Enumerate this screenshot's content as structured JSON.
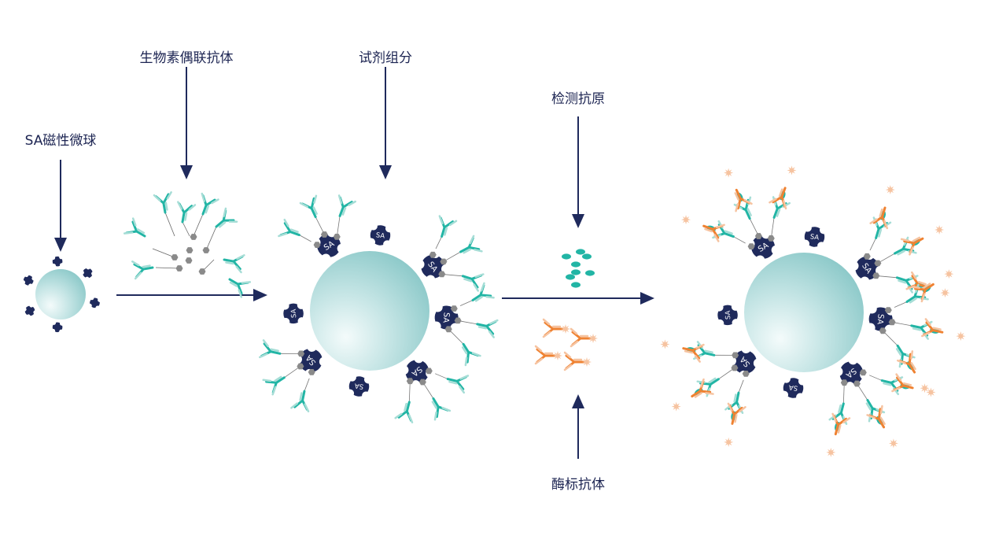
{
  "labels": {
    "sa_beads": "SA磁性微球",
    "biotin_antibody": "生物素偶联抗体",
    "reagent": "试剂组分",
    "antigen": "检测抗原",
    "enzyme_antibody": "酶标抗体"
  },
  "sa_text": "SA",
  "colors": {
    "navy": "#1f2a5c",
    "teal": "#22b5a5",
    "teal_light": "#a6ddd6",
    "orange": "#ef8232",
    "peach": "#f6c3a0",
    "biotin": "#8a8a8a",
    "bead": "#a9d8d8"
  }
}
